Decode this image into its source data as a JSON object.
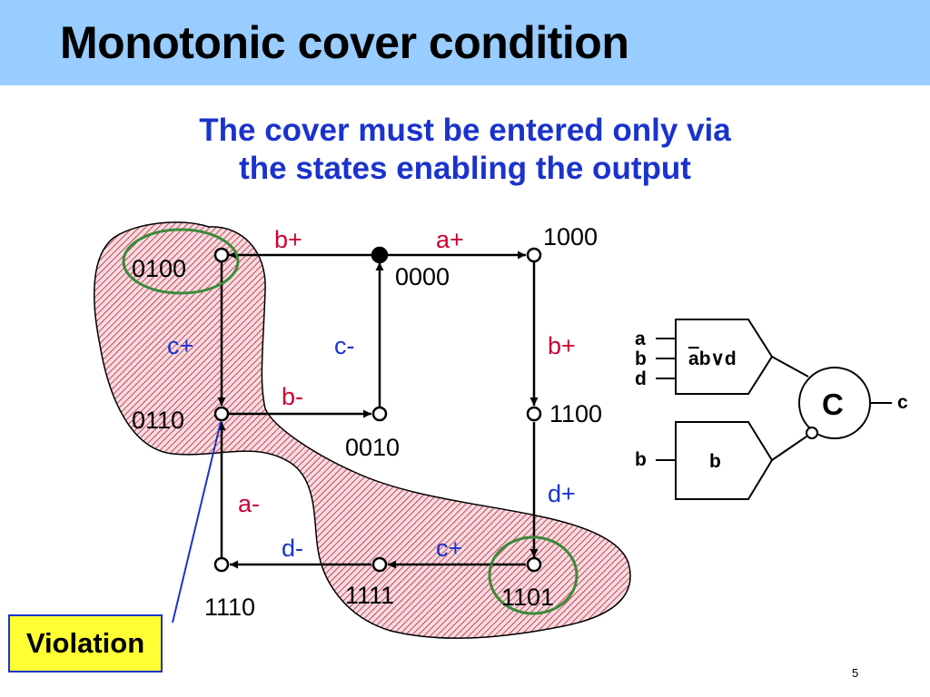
{
  "slide": {
    "title": "Monotonic cover condition",
    "subtitle_line1": "The cover must be entered only via",
    "subtitle_line2": "the states enabling the output",
    "page_number": "5"
  },
  "colors": {
    "header_bg": "#99ccff",
    "subtitle": "#1a33cc",
    "label_red": "#cc0033",
    "label_blue": "#1a33cc",
    "cover_hatch": "#cc3344",
    "circle_green": "#3a8a3a",
    "violation_bg": "#ffff33"
  },
  "state_graph": {
    "states": {
      "s0100": "0100",
      "s0000": "0000",
      "s1000": "1000",
      "s0110": "0110",
      "s0010": "0010",
      "s1100": "1100",
      "s1110": "1110",
      "s1111": "1111",
      "s1101": "1101"
    },
    "transitions": {
      "b_plus_top": "b+",
      "a_plus_top": "a+",
      "c_plus_left": "c+",
      "c_minus_mid": "c-",
      "b_plus_right": "b+",
      "b_minus_mid": "b-",
      "a_minus_left": "a-",
      "d_plus_right": "d+",
      "d_minus_bottom": "d-",
      "c_plus_bottom": "c+"
    },
    "highlighted_states": [
      "0100",
      "1101"
    ],
    "excited_state": "0000"
  },
  "circuit": {
    "gate1_inputs": [
      "a",
      "b",
      "d"
    ],
    "gate1_label_bar": "a",
    "gate1_label_rest": "b∨d",
    "gate2_input": "b",
    "gate2_label": "b",
    "celement_label": "C",
    "output_label": "c"
  },
  "callout": {
    "label": "Violation"
  }
}
